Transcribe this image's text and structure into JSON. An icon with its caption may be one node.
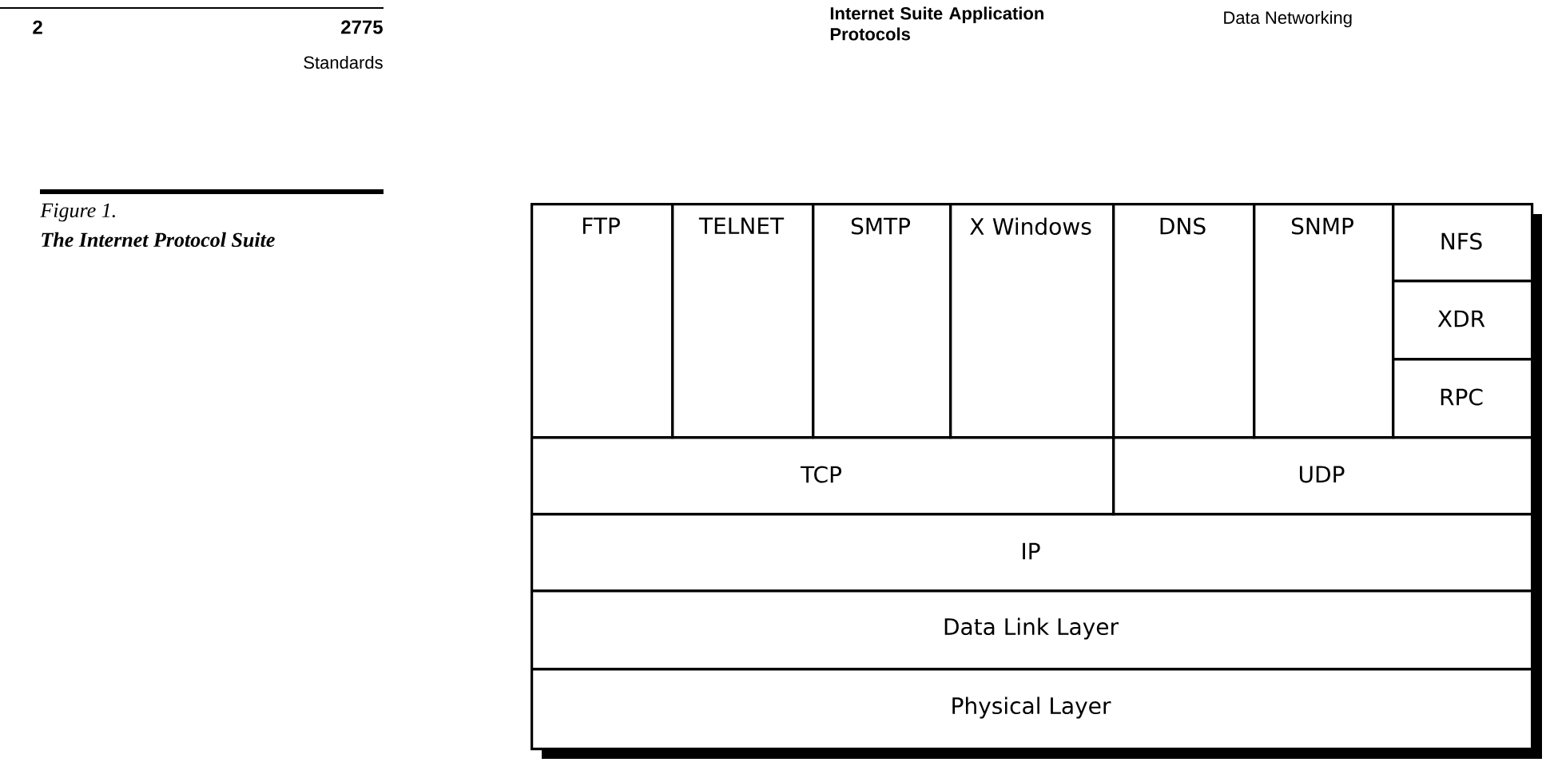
{
  "diagram": {
    "title": "The Internet Protocol Suite",
    "nodes": [
      {
        "text": [
          "FTP"
        ]
      },
      {
        "text": [
          "TELNET"
        ]
      },
      {
        "text": [
          "SMTP"
        ]
      },
      {
        "text": [
          "X Windows"
        ]
      },
      {
        "text": [
          "DNS"
        ]
      },
      {
        "text": [
          "SNMP"
        ]
      },
      {
        "text": [
          "NFS"
        ]
      },
      {
        "text": [
          "XDR"
        ]
      },
      {
        "text": [
          "RPC"
        ]
      },
      {
        "text": [
          "TCP"
        ]
      },
      {
        "text": [
          "UDP"
        ]
      },
      {
        "text": [
          "IP"
        ]
      },
      {
        "text": [
          "Data Link Layer"
        ]
      },
      {
        "text": [
          "Physical Layer"
        ]
      }
    ],
    "labels": [
      "2",
      "2775",
      "Standards",
      "Internet Suite Application Protocols",
      "Data Networking",
      "Figure 1."
    ]
  }
}
